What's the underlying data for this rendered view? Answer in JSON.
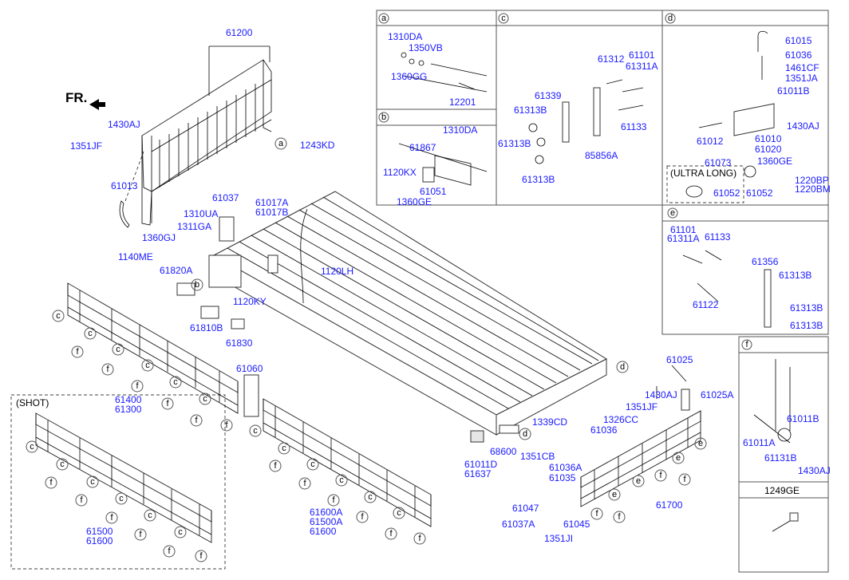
{
  "direction_label": "FR.",
  "panel_headers": {
    "a": "a",
    "b": "b",
    "c": "c",
    "d": "d",
    "e": "e",
    "f": "f",
    "shot": "(SHOT)",
    "ultra_long": "(ULTRA LONG)",
    "p1249": "1249GE"
  },
  "callouts": {
    "a": "a",
    "b": "b",
    "c": "c",
    "d": "d",
    "e": "e",
    "f": "f"
  },
  "parts": {
    "p61200": "61200",
    "p1430AJ_main": "1430AJ",
    "p1351JF_main": "1351JF",
    "p1243KD": "1243KD",
    "p61013": "61013",
    "p1310UA": "1310UA",
    "p1311GA": "1311GA",
    "p1360GJ": "1360GJ",
    "p1140ME": "1140ME",
    "p61037": "61037",
    "p61017A": "61017A",
    "p61017B": "61017B",
    "p1120LH": "1120LH",
    "p61820A": "61820A",
    "p1120KY": "1120KY",
    "p61810B": "61810B",
    "p61830": "61830",
    "p61400": "61400",
    "p61300": "61300",
    "p61060": "61060",
    "p61500": "61500",
    "p61600_shot": "61600",
    "p61600A": "61600A",
    "p61500A": "61500A",
    "p61600": "61600",
    "p61011D": "61011D",
    "p61637": "61637",
    "p68600": "68600",
    "p1339CD": "1339CD",
    "p1351CB": "1351CB",
    "p61025": "61025",
    "p61025A": "61025A",
    "p1430AJ_r": "1430AJ",
    "p1351JF_r": "1351JF",
    "p1326CC": "1326CC",
    "p61036_r": "61036",
    "p61036A": "61036A",
    "p61035": "61035",
    "p61047": "61047",
    "p61037A": "61037A",
    "p61045": "61045",
    "p1351JI": "1351JI",
    "p61700": "61700",
    "a_1310DA": "1310DA",
    "a_1350VB": "1350VB",
    "a_1360GG": "1360GG",
    "a_12201": "12201",
    "b_1310DA": "1310DA",
    "b_61867": "61867",
    "b_1120KX": "1120KX",
    "b_61051": "61051",
    "b_1360GE": "1360GE",
    "c_61312": "61312",
    "c_61101": "61101",
    "c_61311A": "61311A",
    "c_61339": "61339",
    "c_61313B_1": "61313B",
    "c_61313B_2": "61313B",
    "c_61313B_3": "61313B",
    "c_61133": "61133",
    "c_85856A": "85856A",
    "d_61015": "61015",
    "d_61036": "61036",
    "d_1461CF": "1461CF",
    "d_1351JA": "1351JA",
    "d_61011B": "61011B",
    "d_1430AJ": "1430AJ",
    "d_61012": "61012",
    "d_61010": "61010",
    "d_61020": "61020",
    "d_61073": "61073",
    "d_1360GE": "1360GE",
    "d_1220BP": "1220BP",
    "d_1220BM": "1220BM",
    "d_61052_a": "61052",
    "d_61052_b": "61052",
    "e_61101": "61101",
    "e_61311A": "61311A",
    "e_61133": "61133",
    "e_61356": "61356",
    "e_61313B_1": "61313B",
    "e_61122": "61122",
    "e_61313B_2": "61313B",
    "e_61313B_3": "61313B",
    "f_61011B": "61011B",
    "f_61011A": "61011A",
    "f_61131B": "61131B",
    "f_1430AJ": "1430AJ"
  }
}
